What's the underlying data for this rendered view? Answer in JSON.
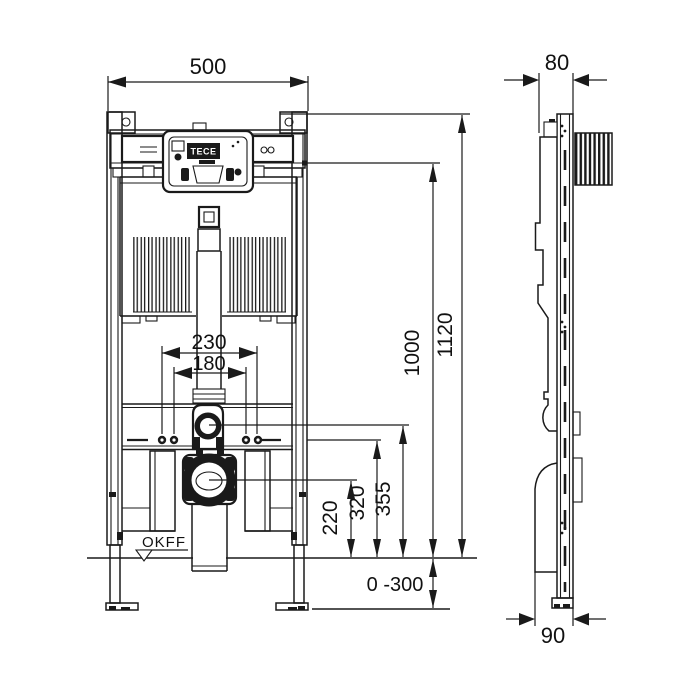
{
  "colors": {
    "line": "#1a1a1a",
    "background": "#ffffff",
    "text": "#111111"
  },
  "brand": {
    "logo": "TECE"
  },
  "views": {
    "front": {
      "width": "500",
      "total_height": "1120",
      "upper_fixing_height": "1000",
      "rod_spacing_outer": "230",
      "rod_spacing_inner": "180",
      "flush_bend_height": "355",
      "fixing_rod_height": "320",
      "drain_height": "220",
      "foot_adjust_range": "0 -300",
      "floor_level": "OKFF"
    },
    "side": {
      "depth": "80",
      "bottom_depth": "90"
    }
  }
}
